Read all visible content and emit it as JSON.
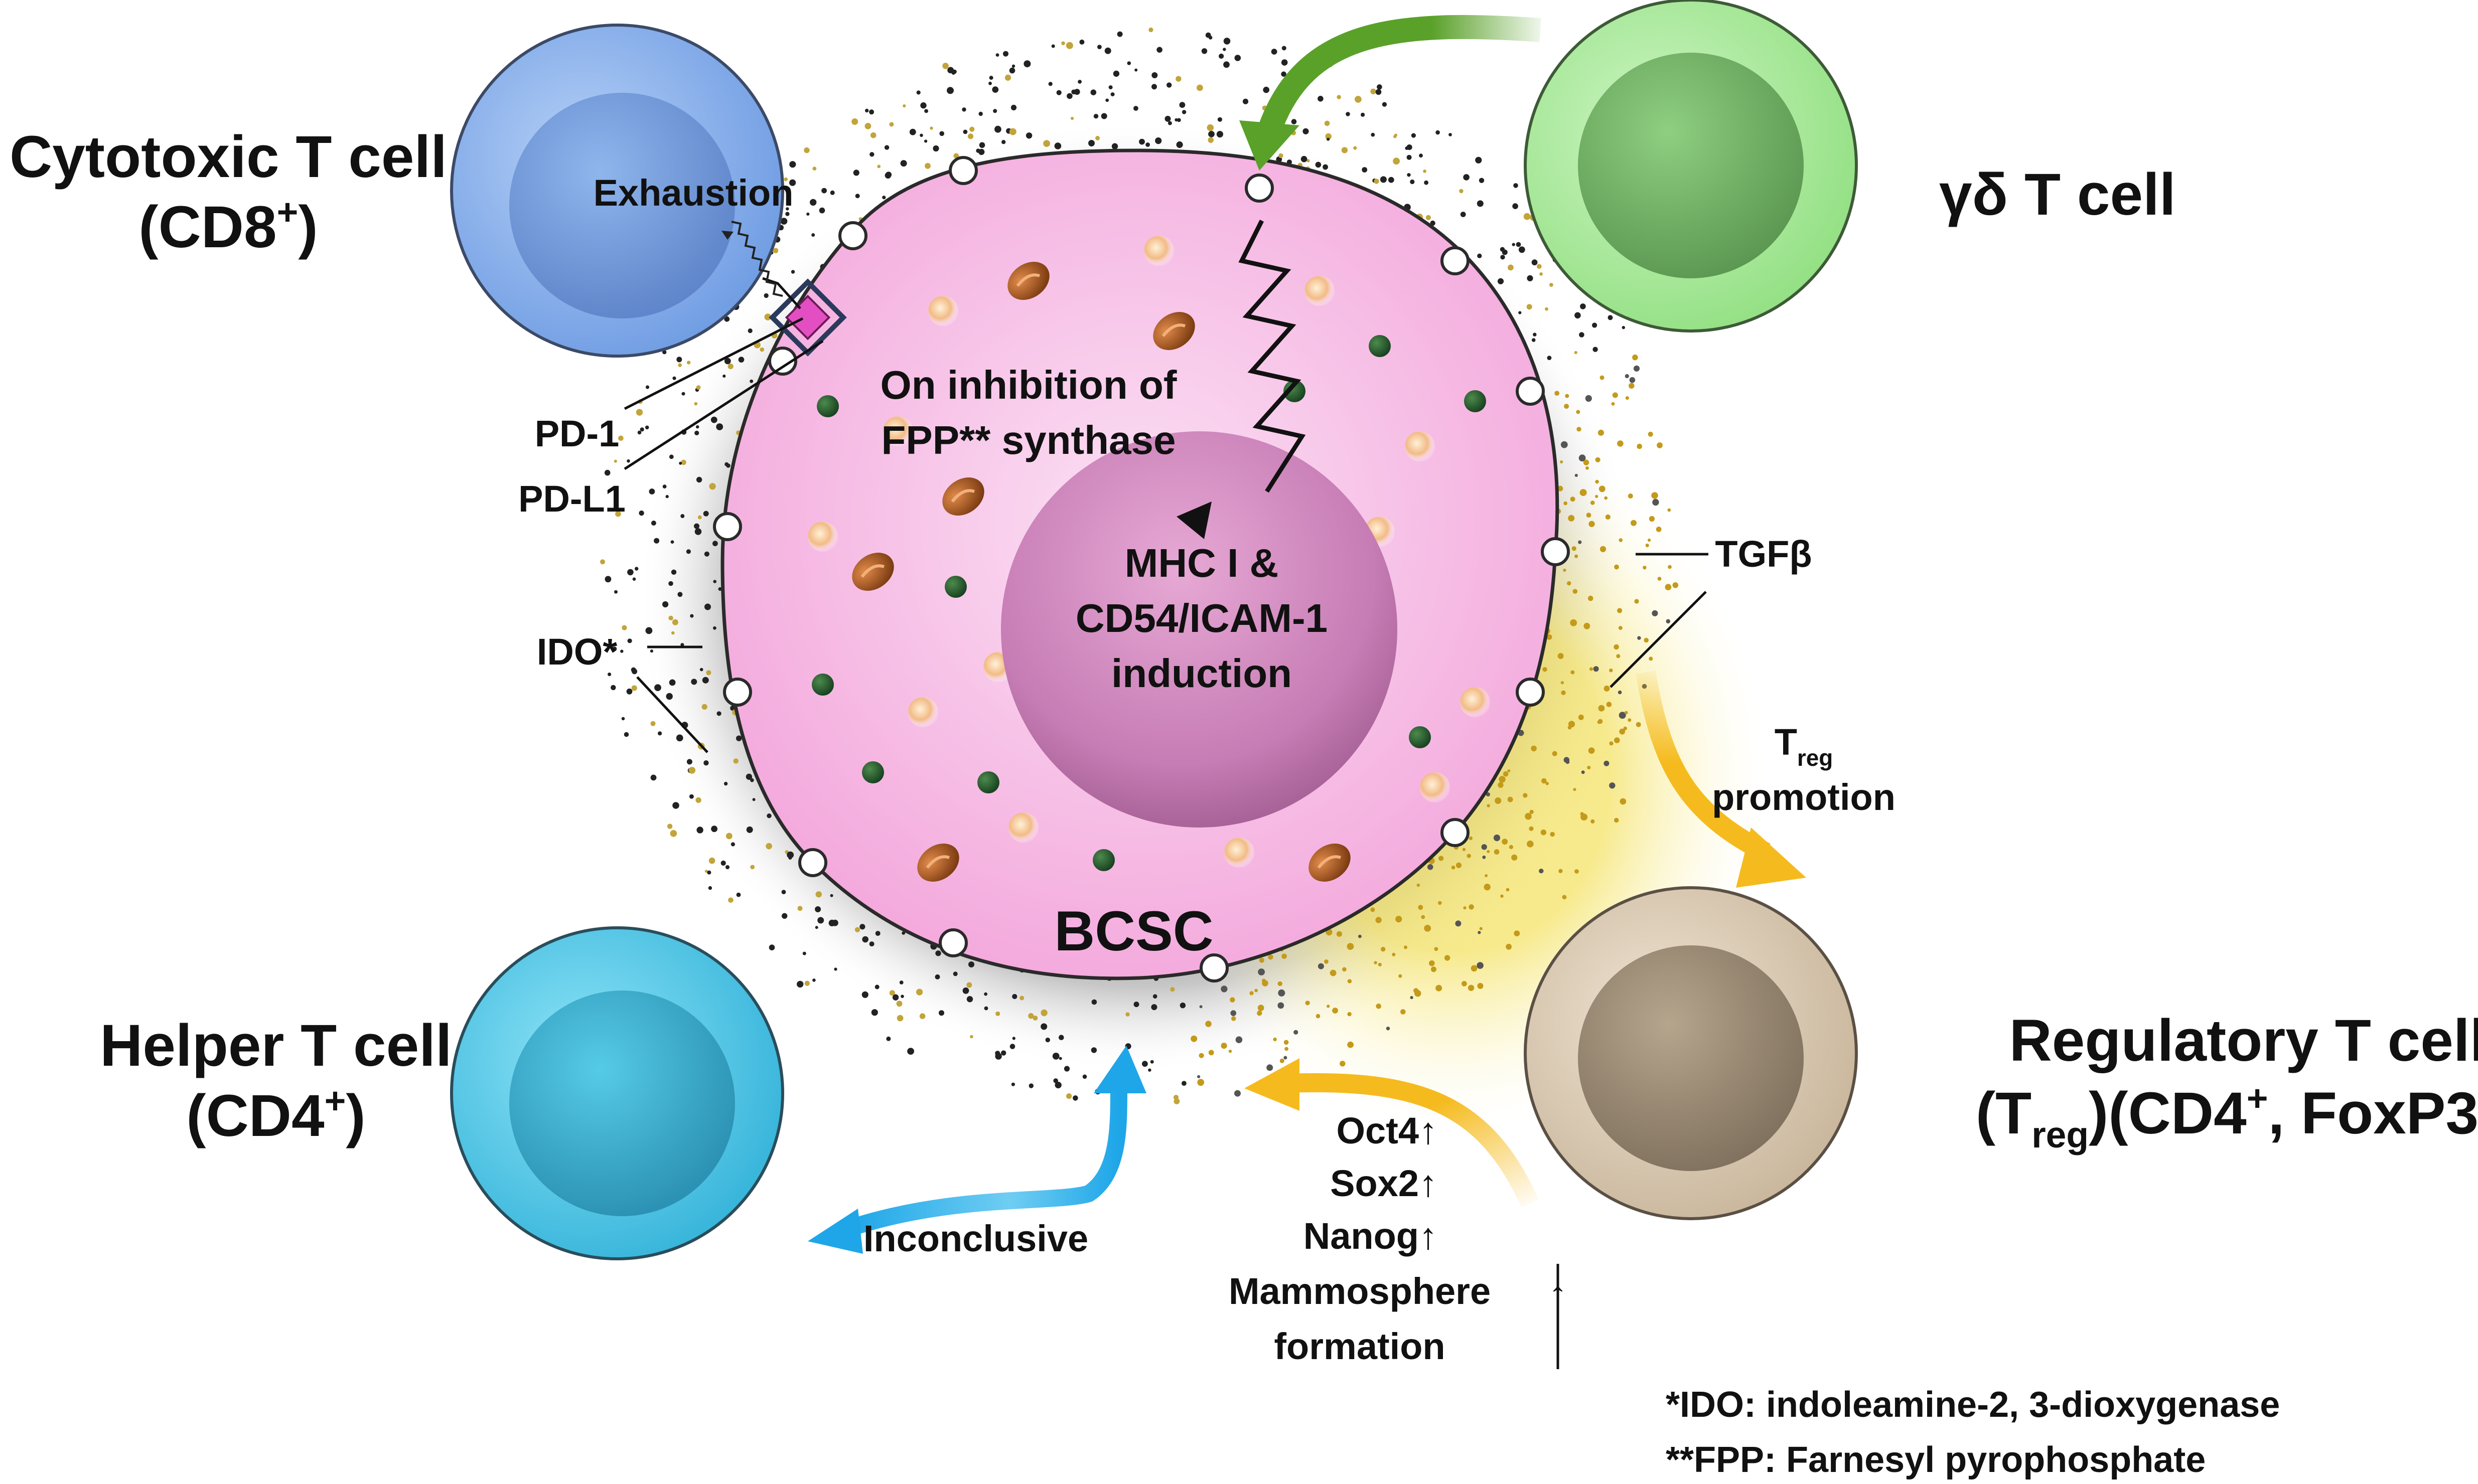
{
  "cells": {
    "cytotoxic": {
      "name": "Cytotoxic T cell",
      "marker_prefix": "(CD8",
      "marker_sup": "+",
      "marker_suffix": ")",
      "inner_label": "Exhaustion",
      "color": "#7aa6e6"
    },
    "gamma_delta": {
      "name": "γδ T cell",
      "color": "#a6e89a"
    },
    "helper": {
      "name": "Helper T cell",
      "marker_prefix": "(CD4",
      "marker_sup": "+",
      "marker_suffix": ")",
      "color": "#4fc8e8"
    },
    "regulatory": {
      "name": "Regulatory T cell",
      "marker_a": "(T",
      "marker_a_sub": "reg",
      "marker_b": ")(CD4",
      "marker_b_sup": "+",
      "marker_c": ", FoxP3",
      "marker_c_sup": "+",
      "marker_d": ")",
      "color": "#d8c6ae"
    }
  },
  "bcsc": {
    "label": "BCSC",
    "nucleus_lines": [
      "MHC I &",
      "CD54/ICAM-1",
      "induction"
    ],
    "color": "#f4aedc"
  },
  "annotations": {
    "pd1": "PD-1",
    "pdl1": "PD-L1",
    "ido": "IDO*",
    "tgfb": "TGFβ",
    "treg_t": "T",
    "treg_sub": "reg",
    "treg_promotion": "promotion",
    "inhibition_lines": [
      "On inhibition of",
      "FPP** synthase"
    ],
    "inconclusive": "Inconclusive",
    "stemness": [
      "Oct4↑",
      "Sox2↑",
      "Nanog↑",
      "Mammosphere",
      "formation"
    ],
    "stemness_arrow": "↑"
  },
  "footnotes": [
    "*IDO: indoleamine-2, 3-dioxygenase",
    "**FPP: Farnesyl pyrophosphate"
  ],
  "colors": {
    "green_arrow": "#5aa12a",
    "yellow_arrow": "#f5bb1e",
    "blue_arrow": "#1ea6e8"
  }
}
